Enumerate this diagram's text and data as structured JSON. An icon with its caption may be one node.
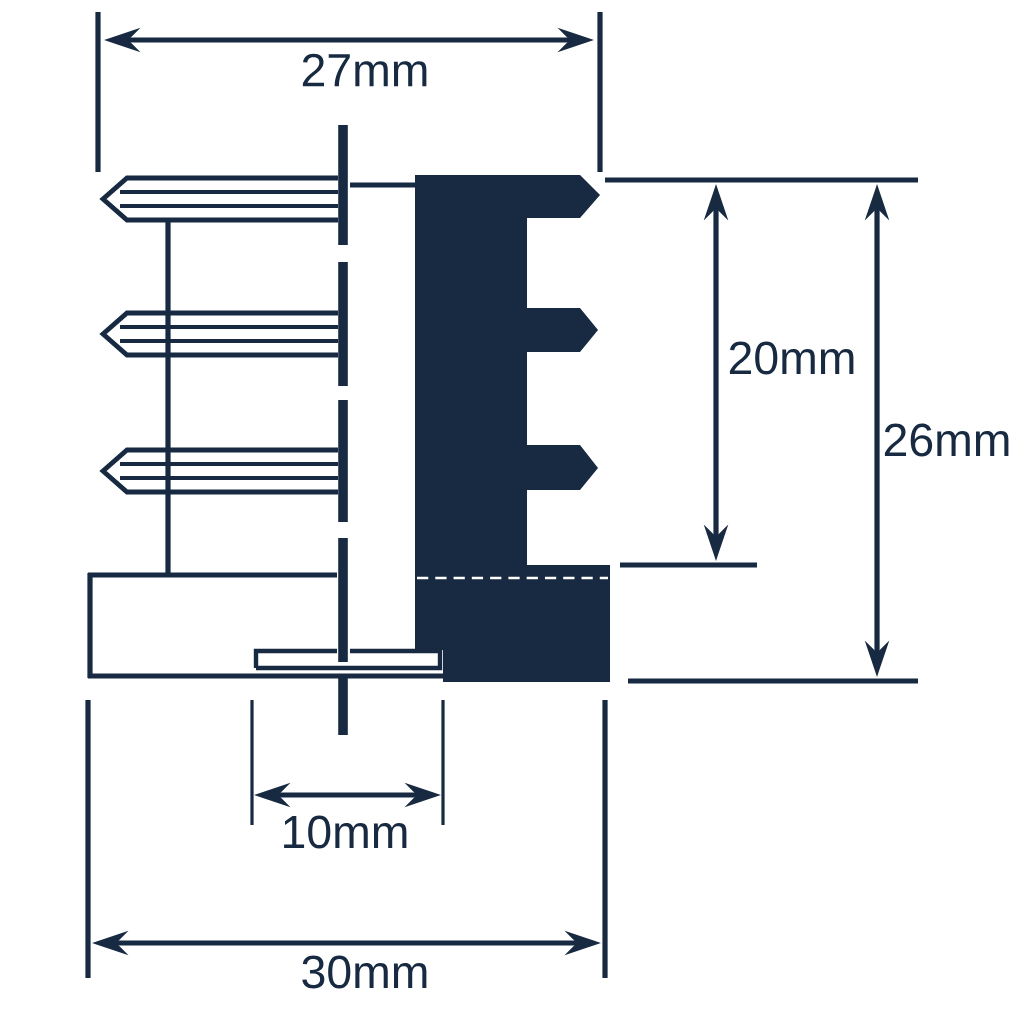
{
  "diagram": {
    "labels": [
      "27mm",
      "20mm",
      "26mm",
      "10mm",
      "30mm"
    ]
  }
}
